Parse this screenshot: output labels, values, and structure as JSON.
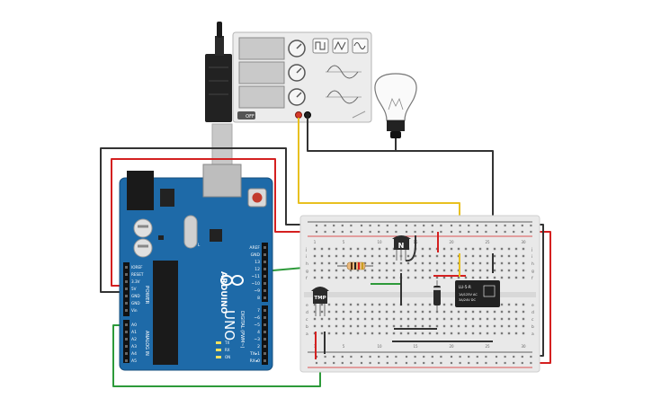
{
  "arduino": {
    "brand": "ARDUINO",
    "model": "UNO",
    "digital_header": "DIGITAL (PWM~)",
    "analog_header": "ANALOG IN",
    "power_header": "POWER",
    "on_label": "ON",
    "tx_label": "TX",
    "rx_label": "RX",
    "l_label": "L",
    "power_pins": [
      "IOREF",
      "RESET",
      "3.3V",
      "5V",
      "GND",
      "GND",
      "Vin"
    ],
    "analog_pins": [
      "A0",
      "A1",
      "A2",
      "A3",
      "A4",
      "A5"
    ],
    "digital_top": [
      "AREF",
      "GND",
      "13",
      "12",
      "~11",
      "~10",
      "~9",
      "8"
    ],
    "digital_bottom": [
      "7",
      "~6",
      "~5",
      "4",
      "~3",
      "2",
      "TX▸1",
      "RX◂0"
    ]
  },
  "transistor": {
    "label": "N"
  },
  "sensor": {
    "label": "TMP"
  },
  "relay": {
    "line1": "LU-5-R",
    "line2": "1A/125V AC",
    "line3": "3A/24V DC"
  },
  "power_supply": {
    "button_label": "OFF"
  },
  "breadboard": {
    "row_letters": [
      "a",
      "b",
      "c",
      "d",
      "e",
      "f",
      "g",
      "h",
      "i",
      "j"
    ],
    "col_numbers": [
      "1",
      "5",
      "10",
      "15",
      "20",
      "25",
      "30"
    ]
  },
  "colors": {
    "arduino_blue": "#1e6aa8",
    "wire_red": "#d42020",
    "wire_black": "#333333",
    "wire_green": "#2d9a3a",
    "wire_yellow": "#e8c020",
    "breadboard": "#e9e9e9"
  }
}
